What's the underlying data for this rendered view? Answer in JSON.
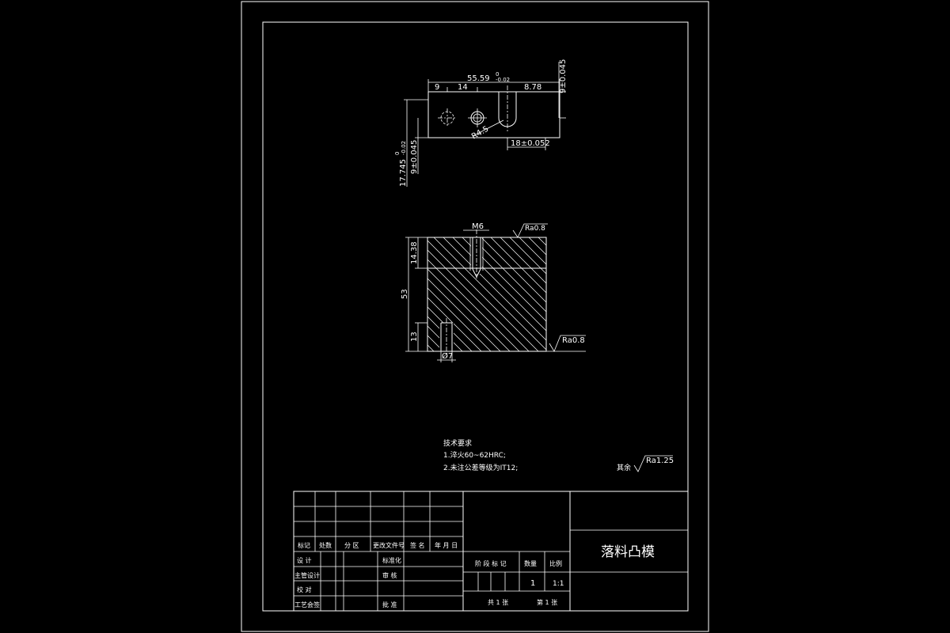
{
  "dimensions": {
    "width_top": "55.59",
    "width_top_tol": "0",
    "width_top_tol2": "-0.02",
    "d9": "9",
    "d14": "14",
    "d878": "8.78",
    "height_right": "9±0.045",
    "radius": "R4.5",
    "slot": "18±0.052",
    "height_left": "17.745",
    "height_left_tol": "0",
    "height_left_tol2": "-0.02",
    "height_left2": "9±0.045",
    "m6": "M6",
    "d1438": "14.38",
    "d53": "53",
    "d13": "13",
    "phi7": "Ø7",
    "ra1": "Ra0.8",
    "ra2": "Ra0.8"
  },
  "notes": {
    "title": "技术要求",
    "line1": "1.淬火60~62HRC;",
    "line2": "2.未注公差等级为IT12;",
    "rest_label": "其余",
    "rest_ra": "Ra1.25"
  },
  "title_block": {
    "h_mark": "标记",
    "h_count": "处数",
    "h_zone": "分 区",
    "h_docno": "更改文件号",
    "h_sign": "签 名",
    "h_date": "年 月 日",
    "design": "设 计",
    "standardize": "标准化",
    "chief": "主管设计",
    "review": "审 核",
    "check": "校 对",
    "process": "工艺会签",
    "approve": "批 准",
    "stage_mark": "阶 段 标 记",
    "qty_label": "数量",
    "scale_label": "比例",
    "qty": "1",
    "scale": "1:1",
    "sheets_total": "共 1 张",
    "sheet_no": "第 1 张",
    "drawing_name": "落料凸模"
  }
}
